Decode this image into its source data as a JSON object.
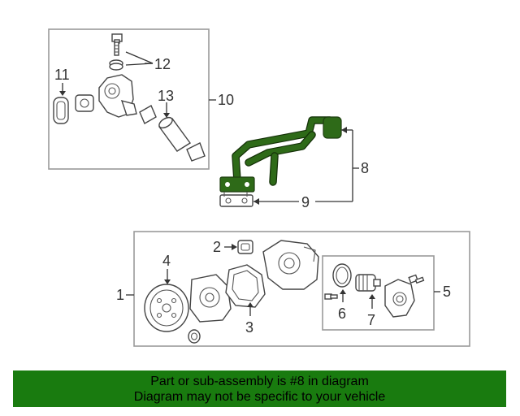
{
  "colors": {
    "highlight": "#2e6a18",
    "banner_bg": "#197b0f",
    "box_stroke": "#9a9a9a"
  },
  "callouts": {
    "c1": "1",
    "c2": "2",
    "c3": "3",
    "c4": "4",
    "c5": "5",
    "c6": "6",
    "c7": "7",
    "c8": "8",
    "c9": "9",
    "c10": "10",
    "c11": "11",
    "c12": "12",
    "c13": "13"
  },
  "banner": {
    "line1": "Part or sub-assembly is #8 in diagram",
    "line2": "Diagram may not be specific to your vehicle"
  }
}
